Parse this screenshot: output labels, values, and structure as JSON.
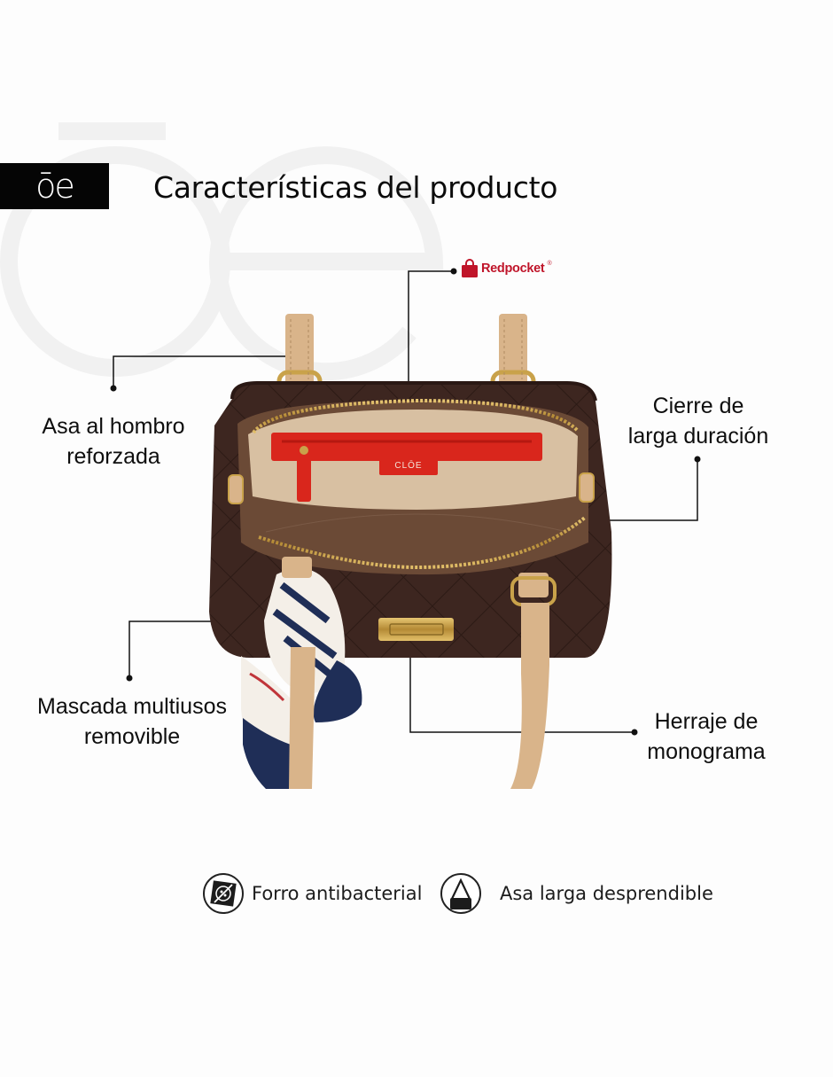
{
  "brand": {
    "logo_text": "ōe"
  },
  "header": {
    "title": "Características del producto"
  },
  "sub_brand": {
    "name": "Redpocket",
    "mark": "®"
  },
  "product": {
    "tag": "CLŌE"
  },
  "callouts": {
    "shoulder_handle": {
      "line1": "Asa al hombro",
      "line2": "reforzada"
    },
    "zipper": {
      "line1": "Cierre de",
      "line2": "larga duración"
    },
    "scarf": {
      "line1": "Mascada multiusos",
      "line2": "removible"
    },
    "hardware": {
      "line1": "Herraje de",
      "line2": "monograma"
    }
  },
  "features": [
    {
      "label": "Forro antibacterial",
      "icon": "antibacterial-lining-icon"
    },
    {
      "label": "Asa larga desprendible",
      "icon": "detachable-strap-icon"
    }
  ],
  "colors": {
    "bag_body": "#3d2620",
    "handle_tan": "#d9b48a",
    "lining": "#d8c0a2",
    "pocket_red": "#d9261c",
    "gold": "#c9a24a",
    "redpocket_red": "#c0152a",
    "scarf_navy": "#1f2e57"
  }
}
